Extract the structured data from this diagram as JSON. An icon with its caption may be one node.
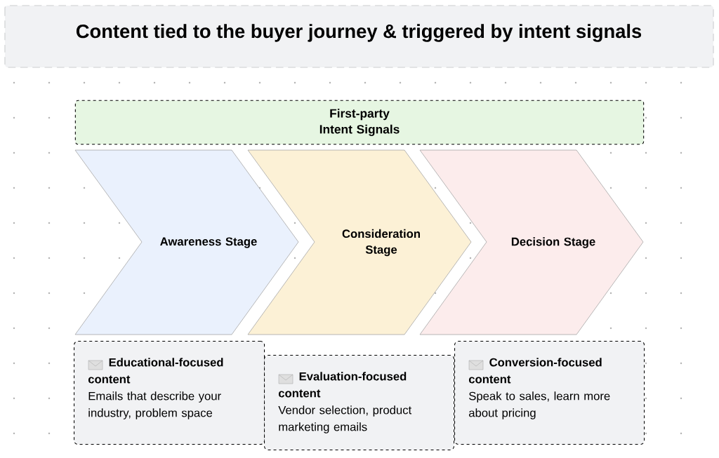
{
  "diagram": {
    "title": "Content tied to the buyer journey & triggered by intent signals",
    "nodes": [
      {
        "text": [
          "First-party Intent Signals"
        ]
      },
      {
        "text": [
          "Awareness Stage"
        ]
      },
      {
        "text": [
          "Consideration Stage"
        ]
      },
      {
        "text": [
          "Decision Stage"
        ]
      },
      {
        "text": [
          "Educational-focused content",
          "Emails that describe your industry, problem space"
        ]
      },
      {
        "text": [
          "Evaluation-focused content",
          "Vendor selection, product marketing emails"
        ]
      },
      {
        "text": [
          "Conversion-focused content",
          "Speak to sales, learn more about pricing"
        ]
      }
    ],
    "edges": []
  }
}
